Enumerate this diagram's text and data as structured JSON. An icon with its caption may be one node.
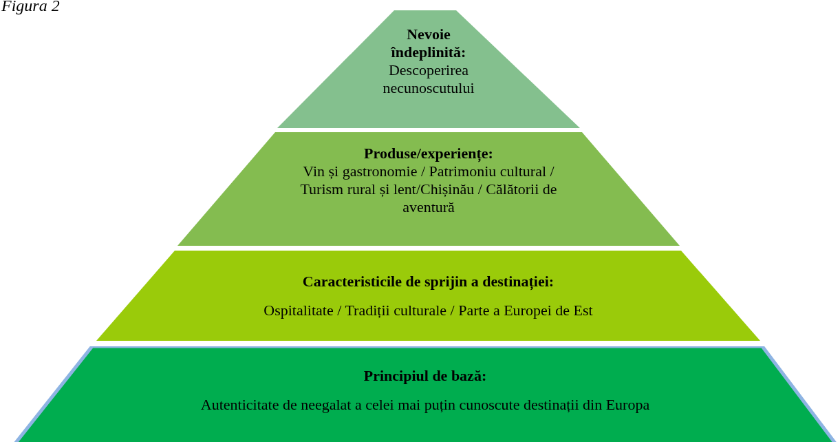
{
  "diagram": {
    "title": "Figura 2",
    "nodes": [
      {
        "text": [
          "Nevoie îndeplinită:",
          "Descoperirea necunoscutului"
        ]
      },
      {
        "text": [
          "Produse/experiențe:",
          "Vin și gastronomie / Patrimoniu cultural / Turism rural și lent/Chișinău / Călătorii de aventură"
        ]
      },
      {
        "text": [
          "Caracteristicile de sprijin a destinației:",
          "Ospitalitate / Tradiții culturale / Parte a Europei de Est"
        ]
      },
      {
        "text": [
          "Principiul de bază:",
          "Autenticitate de neegalat a celei mai puțin cunoscute destinații din Europa"
        ]
      }
    ],
    "edges": []
  }
}
